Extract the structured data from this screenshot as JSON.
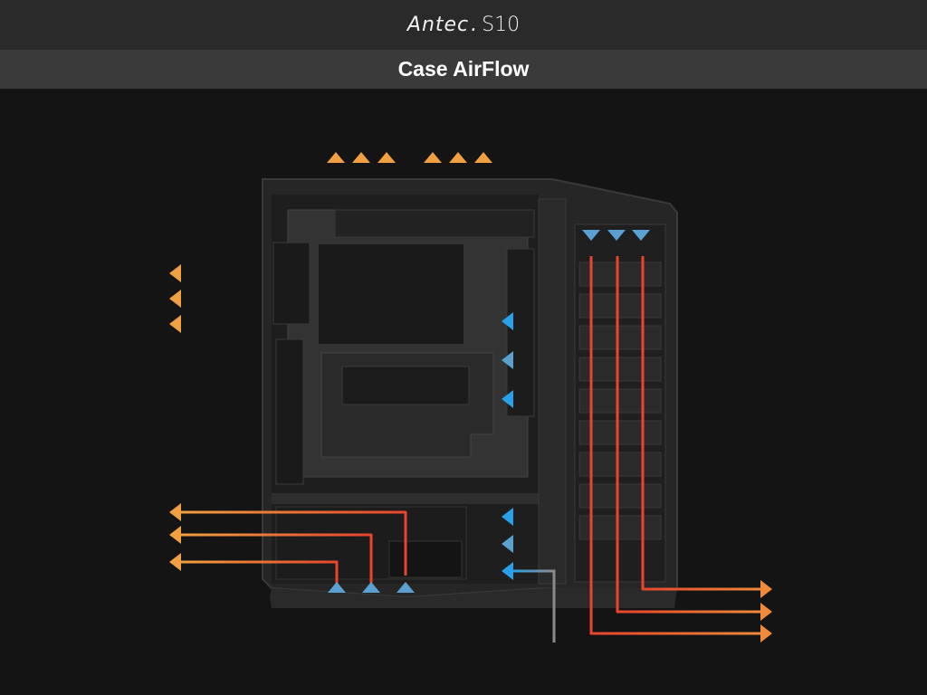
{
  "header": {
    "brand": "Antec",
    "brand_dot": ".",
    "model": "S10"
  },
  "title": "Case AirFlow",
  "colors": {
    "background": "#141414",
    "header_bar": "#2a2a2a",
    "title_bar": "#3a3a3a",
    "exhaust_hot": "#e8452c",
    "exhaust_warm": "#f0a040",
    "exhaust_orange": "#f08a3a",
    "intake_cool": "#5aa0d0",
    "intake_bright": "#2aa0e8",
    "intake_tail": "#8a8a8a"
  },
  "airflow": {
    "exhaust_top_count": 6,
    "exhaust_rear_upper_count": 3,
    "exhaust_rear_lower_count": 3,
    "exhaust_front_bottom_count": 3,
    "intake_front_top_count": 3,
    "intake_front_side_count": 6,
    "intake_bottom_count": 3
  }
}
